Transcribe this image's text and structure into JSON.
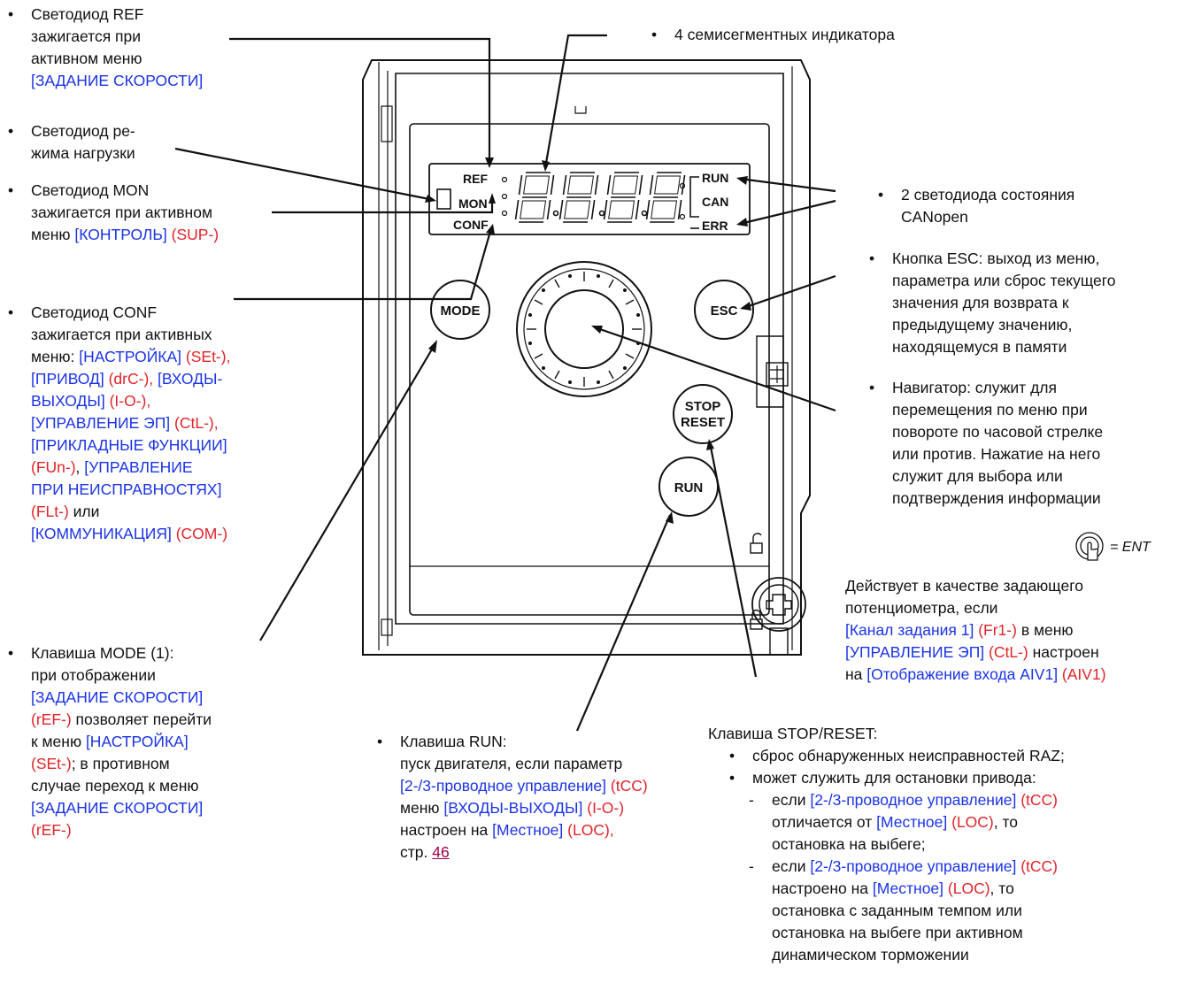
{
  "panel": {
    "leds": [
      "REF",
      "MON",
      "CONF"
    ],
    "status": [
      "RUN",
      "CAN",
      "ERR"
    ],
    "display": "8.8.8.8",
    "btn_mode": "MODE",
    "btn_esc": "ESC",
    "btn_stop_1": "STOP",
    "btn_stop_2": "RESET",
    "btn_run": "RUN",
    "ent_label": "= ENT"
  },
  "notes": {
    "ref": {
      "l1": "Светодиод REF",
      "l2": "зажигается при",
      "l3": "активном меню",
      "l4": "[ЗАДАНИЕ СКОРОСТИ]"
    },
    "load": {
      "l1": "Светодиод ре-",
      "l2": "жима нагрузки"
    },
    "mon": {
      "l1": "Светодиод MON",
      "l2": "зажигается при активном",
      "l3a": "меню ",
      "l3b": "[КОНТРОЛЬ]",
      "l3c": " (SUP-)"
    },
    "conf": {
      "l1": "Светодиод CONF",
      "l2": "зажигается при активных",
      "l3a": "меню: ",
      "l3b": "[НАСТРОЙКА]",
      "l3c": " (SEt-),",
      "l4a": "[ПРИВОД]",
      "l4b": " (drC-), ",
      "l4c": "[ВХОДЫ-",
      "l5a": "ВЫХОДЫ]",
      "l5b": " (I-O-),",
      "l6a": "[УПРАВЛЕНИЕ ЭП]",
      "l6b": " (CtL-),",
      "l7": "[ПРИКЛАДНЫЕ ФУНКЦИИ]",
      "l8a": "(FUn-)",
      "l8b": ", ",
      "l8c": "[УПРАВЛЕНИЕ",
      "l9": "ПРИ НЕИСПРАВНОСТЯХ]",
      "l10a": "(FLt-)",
      "l10b": " или",
      "l11a": "[КОММУНИКАЦИЯ]",
      "l11b": " (COM-)"
    },
    "seg": {
      "l1": "4 семисегментных индикатора"
    },
    "canopen": {
      "l1": "2 светодиода состояния",
      "l2": "CANopen"
    },
    "esc": {
      "l1": "Кнопка ESC: выход из меню,",
      "l2": "параметра или сброс текущего",
      "l3": "значения для возврата к",
      "l4": "предыдущему  значению,",
      "l5": "находящемуся в памяти"
    },
    "nav": {
      "l1": "Навигатор: служит для",
      "l2": "перемещения по меню при",
      "l3": "повороте по часовой стрелке",
      "l4": "или против.  Нажатие на него",
      "l5": "служит для выбора или",
      "l6": "подтверждения информации"
    },
    "pot": {
      "l1": "Действует в качестве задающего",
      "l2": "потенциометра, если",
      "l3a": "[Канал задания 1]",
      "l3b": " (Fr1-)",
      "l3c": " в меню",
      "l4a": "[УПРАВЛЕНИЕ ЭП]",
      "l4b": " (CtL-)",
      "l4c": " настроен",
      "l5a": "на  ",
      "l5b": "[Отображение входа AIV1]",
      "l5c": " (AIV1)"
    },
    "mode": {
      "l1": "Клавиша MODE (1):",
      "l2": "при отображении",
      "l3": "[ЗАДАНИЕ СКОРОСТИ]",
      "l4a": "(rEF-)",
      "l4b": " позволяет перейти",
      "l5a": "к меню ",
      "l5b": "[НАСТРОЙКА]",
      "l6a": "(SEt-)",
      "l6b": "; в противном",
      "l7": "случае переход к меню",
      "l8": "[ЗАДАНИЕ СКОРОСТИ]",
      "l9": "(rEF-)"
    },
    "run": {
      "l1": "Клавиша RUN:",
      "l2": "пуск двигателя, если параметр",
      "l3a": "[2-/3-проводное управление]",
      "l3b": " (tCC)",
      "l4a": "меню ",
      "l4b": "[ВХОДЫ-ВЫХОДЫ]",
      "l4c": " (I-O-)",
      "l5a": "настроен на ",
      "l5b": "[Местное]",
      "l5c": " (LOC),",
      "l6a": "стр. ",
      "l6b": "46"
    },
    "stop": {
      "head": "Клавиша STOP/RESET:",
      "b1": "сброс обнаруженных неисправностей RAZ;",
      "b2": "может служить для остановки привода:",
      "d1a": "если ",
      "d1b": "[2-/3-проводное управление]",
      "d1c": " (tCC)",
      "d1l2a": "отличается от ",
      "d1l2b": "[Местное]",
      "d1l2c": " (LOC)",
      "d1l2d": ", то",
      "d1l3": "остановка на выбеге;",
      "d2a": "если ",
      "d2b": "[2-/3-проводное управление]",
      "d2c": " (tCC)",
      "d2l2a": "настроено на ",
      "d2l2b": "[Местное]",
      "d2l2c": " (LOC)",
      "d2l2d": ", то",
      "d2l3": "остановка с заданным темпом или",
      "d2l4": "остановка на выбеге при активном",
      "d2l5": "динамическом торможении"
    }
  }
}
